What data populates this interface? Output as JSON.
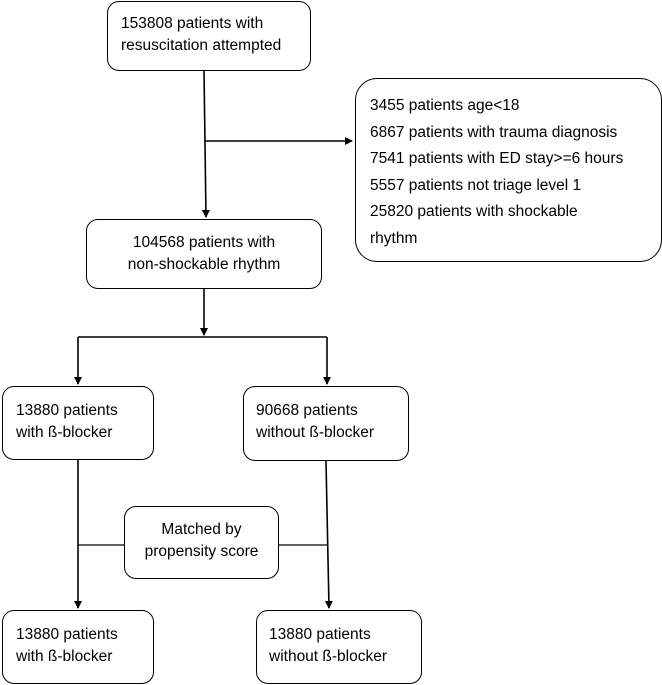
{
  "flowchart": {
    "start": {
      "line1": "153808 patients with",
      "line2": "resuscitation attempted"
    },
    "exclusions": [
      "3455 patients age<18",
      "6867 patients with trauma diagnosis",
      "7541 patients with ED stay>=6 hours",
      "5557 patients not triage level 1",
      "25820 patients with shockable",
      "rhythm"
    ],
    "non_shockable": {
      "line1": "104568 patients with",
      "line2": "non-shockable rhythm"
    },
    "with_blocker": {
      "line1": "13880 patients",
      "line2": "with ß-blocker"
    },
    "without_blocker": {
      "line1": "90668 patients",
      "line2": "without ß-blocker"
    },
    "matching": {
      "line1": "Matched by",
      "line2": "propensity score"
    },
    "matched_with": {
      "line1": "13880 patients",
      "line2": "with ß-blocker"
    },
    "matched_without": {
      "line1": "13880 patients",
      "line2": "without ß-blocker"
    },
    "line_color": "#000000",
    "box_border_color": "#000000",
    "background_color": "#ffffff"
  }
}
